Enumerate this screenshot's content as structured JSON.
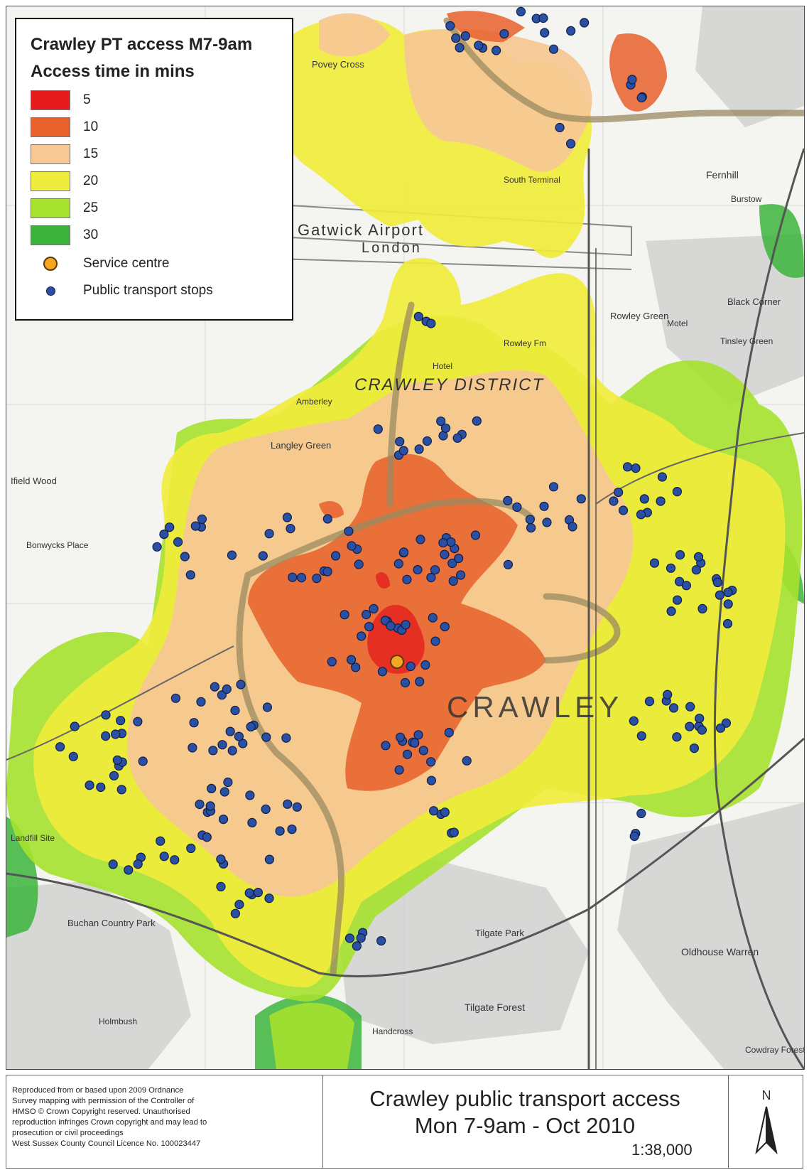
{
  "legend": {
    "title": "Crawley PT access M7-9am",
    "subtitle": "Access time in mins",
    "bands": [
      {
        "label": "5",
        "color": "#e41a1c"
      },
      {
        "label": "10",
        "color": "#e8602c"
      },
      {
        "label": "15",
        "color": "#f7c893"
      },
      {
        "label": "20",
        "color": "#f0ec3c"
      },
      {
        "label": "25",
        "color": "#a6e22e"
      },
      {
        "label": "30",
        "color": "#3cb43c"
      }
    ],
    "service_centre": {
      "label": "Service centre",
      "color": "#f5a623"
    },
    "stops": {
      "label": "Public transport stops",
      "color": "#2b4fa3"
    }
  },
  "map": {
    "place_labels": [
      "Povey Cross",
      "Gatwick Airport",
      "London",
      "South Terminal",
      "Fernhill",
      "Burstow",
      "Black Corner",
      "Rowley Green",
      "Rowley Fm",
      "Tinsley Green",
      "Motel",
      "Hotel",
      "Amberley",
      "CRAWLEY DISTRICT",
      "Langley Green",
      "Ifield Wood",
      "Bonwycks Place",
      "Landfill Site",
      "Buchan Country Park",
      "CRAWLEY",
      "Tilgate Park",
      "Tilgate Forest",
      "Oldhouse Warren",
      "Cowdray Forest",
      "Handcross",
      "Holmbush"
    ]
  },
  "footer": {
    "credit_lines": [
      "Reproduced from or based upon 2009 Ordnance",
      "Survey mapping with permission of the Controller of",
      "HMSO © Crown Copyright reserved. Unauthorised",
      "reproduction infringes Crown copyright  and may lead to",
      "prosecution or civil proceedings",
      "West Sussex County Council Licence No. 100023447"
    ],
    "title_line1": "Crawley public transport access",
    "title_line2": "Mon 7-9am - Oct 2010",
    "scale": "1:38,000",
    "north_label": "N"
  }
}
